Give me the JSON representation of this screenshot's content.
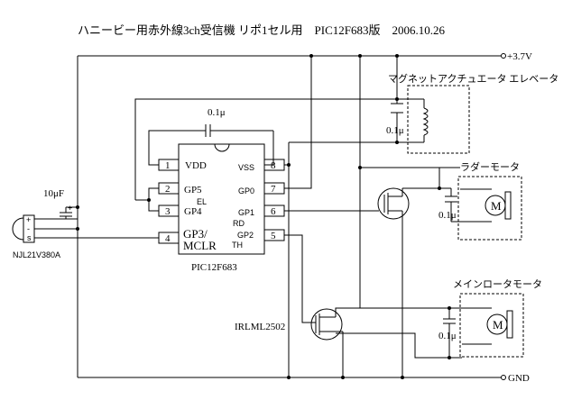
{
  "title": "ハニービー用赤外線3ch受信機 リポ1セル用　PIC12F683版　2006.10.26",
  "rails": {
    "vplus": "+3.7V",
    "gnd": "GND"
  },
  "ic": {
    "name": "PIC12F683",
    "pins": {
      "p1": {
        "num": "1",
        "name": "VDD"
      },
      "p2": {
        "num": "2",
        "name": "GP5"
      },
      "p3": {
        "num": "3",
        "name": "GP4"
      },
      "p4": {
        "num": "4",
        "name": "GP3/"
      },
      "p4b": {
        "name": "MCLR"
      },
      "p5": {
        "num": "5",
        "name": "GP2"
      },
      "p6": {
        "num": "6",
        "name": "GP1"
      },
      "p7": {
        "num": "7",
        "name": "GP0"
      },
      "p8": {
        "num": "8",
        "name": "VSS"
      }
    },
    "func_labels": {
      "el": "EL",
      "rd": "RD",
      "th": "TH"
    }
  },
  "caps": {
    "top": "0.1μ",
    "elev": "0.1μ",
    "rudder": "0.1μ",
    "main": "0.1μ",
    "input": "10μF"
  },
  "sensor": {
    "name": "NJL21V380A"
  },
  "mosfet": {
    "name": "IRLML2502"
  },
  "motors": {
    "elevator": "マグネットアクチュエータ エレベータ",
    "rudder": "ラダーモータ",
    "main": "メインロータモータ",
    "symbol": "M"
  }
}
